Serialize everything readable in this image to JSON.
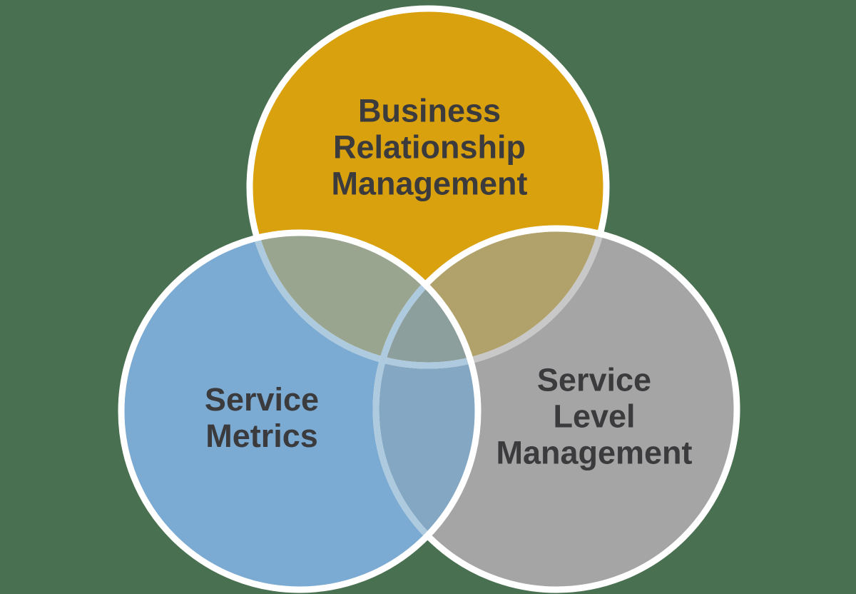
{
  "background": {
    "color": "#497050"
  },
  "venn": {
    "description": "Three-circle Venn diagram",
    "label_color": "#3B3B3D",
    "border_color": "#FFFFFF",
    "circles": [
      {
        "name": "business-relationship-management",
        "label": "Business\nRelationship\nManagement",
        "color": "#D9A10E"
      },
      {
        "name": "service-metrics",
        "label": "Service\nMetrics",
        "color": "#7BAAD2"
      },
      {
        "name": "service-level-management",
        "label": "Service\nLevel\nManagement",
        "color": "#A5A5A5"
      }
    ],
    "overlaps": {
      "brm_sm": "#9AA58F",
      "brm_slm": "#B1A16B",
      "sm_slm": "#84A8C4",
      "center": "#8C9F9D"
    },
    "border_tints": {
      "inside_sm": "#AECADF",
      "inside_slm": "#C8C8C8"
    }
  }
}
